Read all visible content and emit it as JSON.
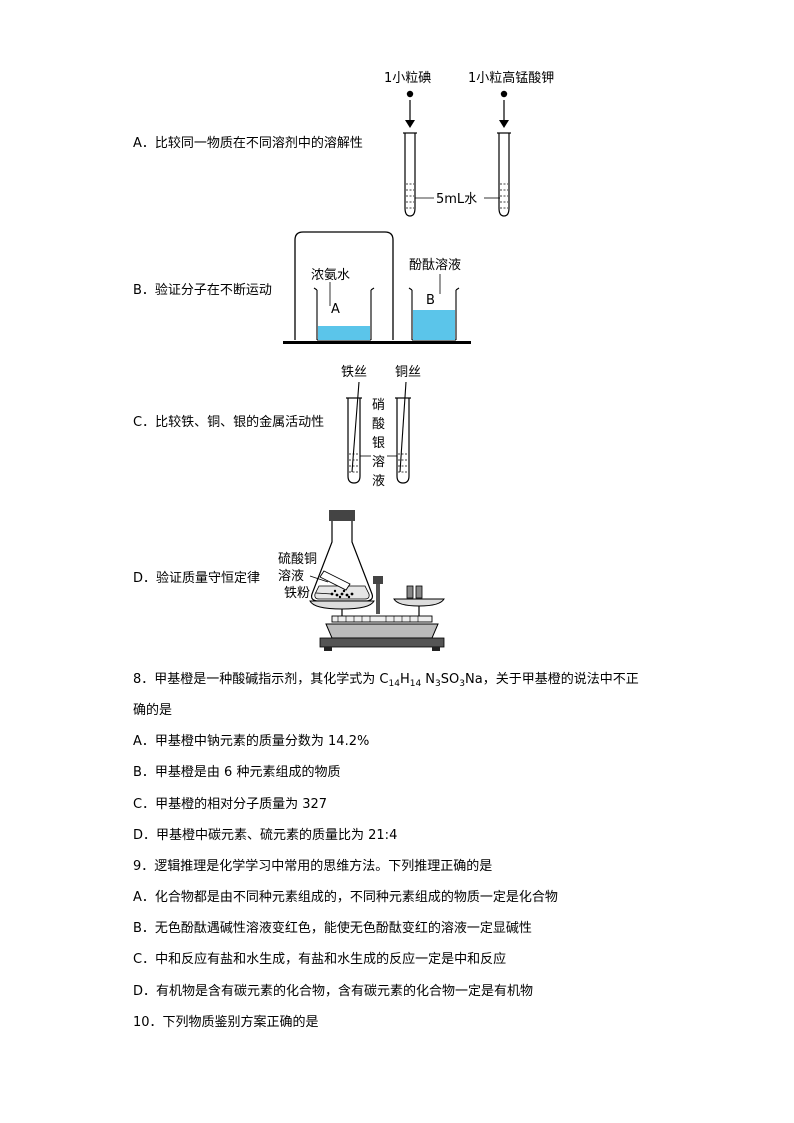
{
  "q7": {
    "options": [
      {
        "label": "A．比较同一物质在不同溶剂中的溶解性"
      },
      {
        "label": "B．验证分子在不断运动"
      },
      {
        "label": "C．比较铁、铜、银的金属活动性"
      },
      {
        "label": "D．验证质量守恒定律"
      }
    ],
    "fig_a": {
      "left_label": "1小粒碘",
      "right_label": "1小粒高锰酸钾",
      "liquid_label": "5mL水"
    },
    "fig_b": {
      "left_label": "浓氨水",
      "right_label": "酚酞溶液",
      "beaker_a": "A",
      "beaker_b": "B"
    },
    "fig_c": {
      "left_label": "铁丝",
      "right_label": "铜丝",
      "solution_chars": [
        "硝",
        "酸",
        "银",
        "溶",
        "液"
      ]
    },
    "fig_d": {
      "labels": [
        "硫酸铜",
        "溶液",
        "铁粉"
      ]
    }
  },
  "q8": {
    "stem_pre": "8．甲基橙是一种酸碱指示剂，其化学式为 C",
    "formula": [
      {
        "t": "C"
      },
      {
        "t": "14",
        "sub": true
      },
      {
        "t": "H"
      },
      {
        "t": "14",
        "sub": true
      },
      {
        "t": " N"
      },
      {
        "t": "3",
        "sub": true
      },
      {
        "t": "SO"
      },
      {
        "t": "3",
        "sub": true
      },
      {
        "t": "Na"
      }
    ],
    "stem_post": "，关于甲基橙的说法中不正",
    "stem_line2": "确的是",
    "options": [
      "A．甲基橙中钠元素的质量分数为 14.2%",
      "B．甲基橙是由 6 种元素组成的物质",
      "C．甲基橙的相对分子质量为 327",
      "D．甲基橙中碳元素、硫元素的质量比为 21:4"
    ]
  },
  "q9": {
    "stem": "9．逻辑推理是化学学习中常用的思维方法。下列推理正确的是",
    "options": [
      "A．化合物都是由不同种元素组成的，不同种元素组成的物质一定是化合物",
      "B．无色酚酞遇碱性溶液变红色，能使无色酚酞变红的溶液一定显碱性",
      "C．中和反应有盐和水生成，有盐和水生成的反应一定是中和反应",
      "D．有机物是含有碳元素的化合物，含有碳元素的化合物一定是有机物"
    ]
  },
  "q10": {
    "stem": "10．下列物质鉴别方案正确的是"
  },
  "colors": {
    "liquid_blue": "#5bc5ea",
    "ink": "#000000"
  }
}
